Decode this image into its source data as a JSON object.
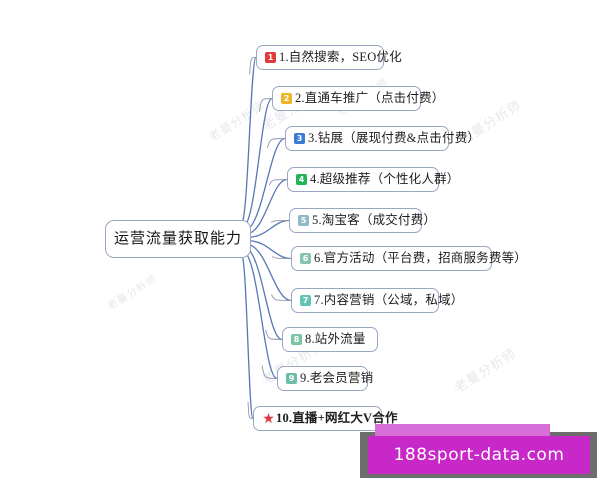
{
  "diagram": {
    "type": "mind-map",
    "root": {
      "label": "运营流量获取能力"
    },
    "branches": [
      {
        "index": "1",
        "badge_color": "#e03a3a",
        "badge_text": "1",
        "label": "1.自然搜索，SEO优化",
        "bold": false,
        "star": false
      },
      {
        "index": "2",
        "badge_color": "#f0b429",
        "badge_text": "2",
        "label": "2.直通车推广（点击付费）",
        "bold": false,
        "star": false
      },
      {
        "index": "3",
        "badge_color": "#3a7bd5",
        "badge_text": "3",
        "label": "3.钻展（展现付费&点击付费）",
        "bold": false,
        "star": false
      },
      {
        "index": "4",
        "badge_color": "#22b457",
        "badge_text": "4",
        "label": "4.超级推荐（个性化人群）",
        "bold": false,
        "star": false
      },
      {
        "index": "5",
        "badge_color": "#8fb9c4",
        "badge_text": "5",
        "label": "5.淘宝客（成交付费）",
        "bold": false,
        "star": false
      },
      {
        "index": "6",
        "badge_color": "#86c4b0",
        "badge_text": "6",
        "label": "6.官方活动（平台费，招商服务费等）",
        "bold": false,
        "star": false
      },
      {
        "index": "7",
        "badge_color": "#63c4b6",
        "badge_text": "7",
        "label": "7.内容营销（公域，私域）",
        "bold": false,
        "star": false
      },
      {
        "index": "8",
        "badge_color": "#7bc4a8",
        "badge_text": "8",
        "label": "8.站外流量",
        "bold": false,
        "star": false
      },
      {
        "index": "9",
        "badge_color": "#6bbfa8",
        "badge_text": "9",
        "label": "9.老会员营销",
        "bold": false,
        "star": false
      },
      {
        "index": "10",
        "badge_color": "#e0343c",
        "badge_text": "★",
        "label": "10.直播+网红大V合作",
        "bold": true,
        "star": true
      }
    ],
    "connector_color": "#3a5fa8"
  },
  "watermarks": {
    "background_text": "老曼分析师",
    "banner_text": "188sport-data.com",
    "banner_color": "#c928c9",
    "banner_accent_color": "#d86fd8"
  }
}
